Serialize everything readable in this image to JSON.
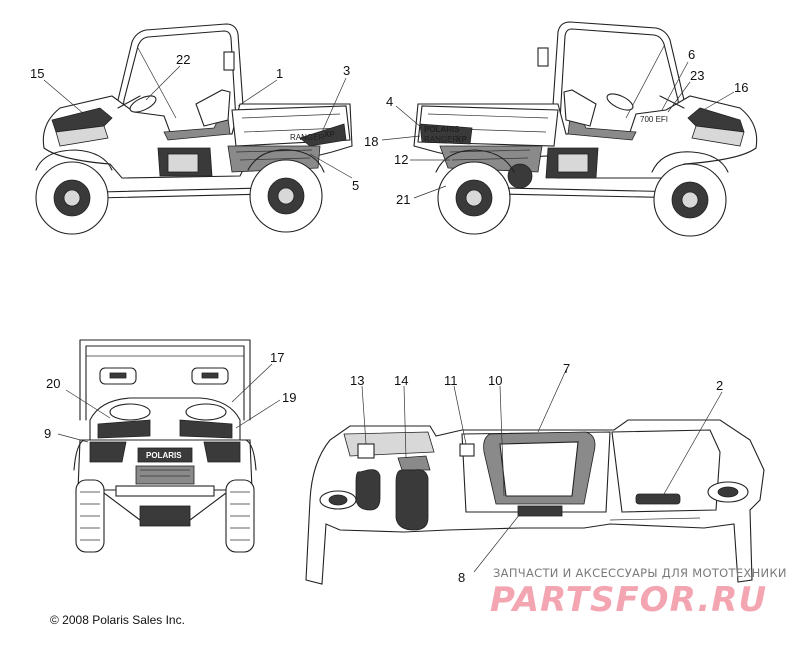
{
  "callouts": {
    "c1": "1",
    "c2": "2",
    "c3": "3",
    "c4": "4",
    "c5": "5",
    "c6": "6",
    "c7": "7",
    "c8": "8",
    "c9": "9",
    "c10": "10",
    "c11": "11",
    "c12": "12",
    "c13": "13",
    "c14": "14",
    "c15": "15",
    "c16": "16",
    "c17": "17",
    "c18": "18",
    "c19": "19",
    "c20": "20",
    "c21": "21",
    "c22": "22",
    "c23": "23"
  },
  "decals": {
    "ranger_left": "RANGER",
    "xp_left": "XP",
    "polaris_right": "POLARIS",
    "ranger_right": "RANGER",
    "xp_right": "XP",
    "model_right": "700 EFI",
    "polaris_front": "POLARIS"
  },
  "copyright": "© 2008 Polaris Sales Inc.",
  "watermark": {
    "text": "ЗАПЧАСТИ И АКСЕССУАРЫ ДЛЯ МОТОТЕХНИКИ",
    "logo": "PARTSFOR.RU"
  }
}
